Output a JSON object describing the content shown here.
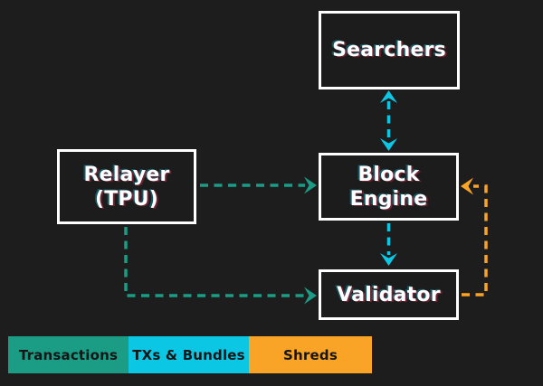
{
  "colors": {
    "background": "#1d1d1d",
    "node_fill": "#1c1c1c",
    "node_border": "#ffffff",
    "transactions": "#1a9c85",
    "txs_bundles": "#0cc7e4",
    "shreds": "#f9a426",
    "legend_text": "#151515"
  },
  "nodes": {
    "searchers": {
      "label": "Searchers"
    },
    "relayer": {
      "line1": "Relayer",
      "line2": "(TPU)"
    },
    "block_engine": {
      "line1": "Block",
      "line2": "Engine"
    },
    "validator": {
      "label": "Validator"
    }
  },
  "edges": [
    {
      "from": "Searchers",
      "to": "Block Engine",
      "flow": "TXs & Bundles",
      "color": "txs_bundles",
      "bidirectional": true,
      "style": "dashed"
    },
    {
      "from": "Relayer (TPU)",
      "to": "Block Engine",
      "flow": "Transactions",
      "color": "transactions",
      "bidirectional": false,
      "style": "dashed"
    },
    {
      "from": "Relayer (TPU)",
      "to": "Validator",
      "flow": "Transactions",
      "color": "transactions",
      "bidirectional": false,
      "style": "dashed"
    },
    {
      "from": "Block Engine",
      "to": "Validator",
      "flow": "TXs & Bundles",
      "color": "txs_bundles",
      "bidirectional": false,
      "style": "dashed"
    },
    {
      "from": "Validator",
      "to": "Block Engine",
      "flow": "Shreds",
      "color": "shreds",
      "bidirectional": false,
      "style": "dashed"
    }
  ],
  "legend": {
    "items": [
      {
        "label": "Transactions",
        "color": "transactions"
      },
      {
        "label": "TXs & Bundles",
        "color": "txs_bundles"
      },
      {
        "label": "Shreds",
        "color": "shreds"
      }
    ]
  }
}
